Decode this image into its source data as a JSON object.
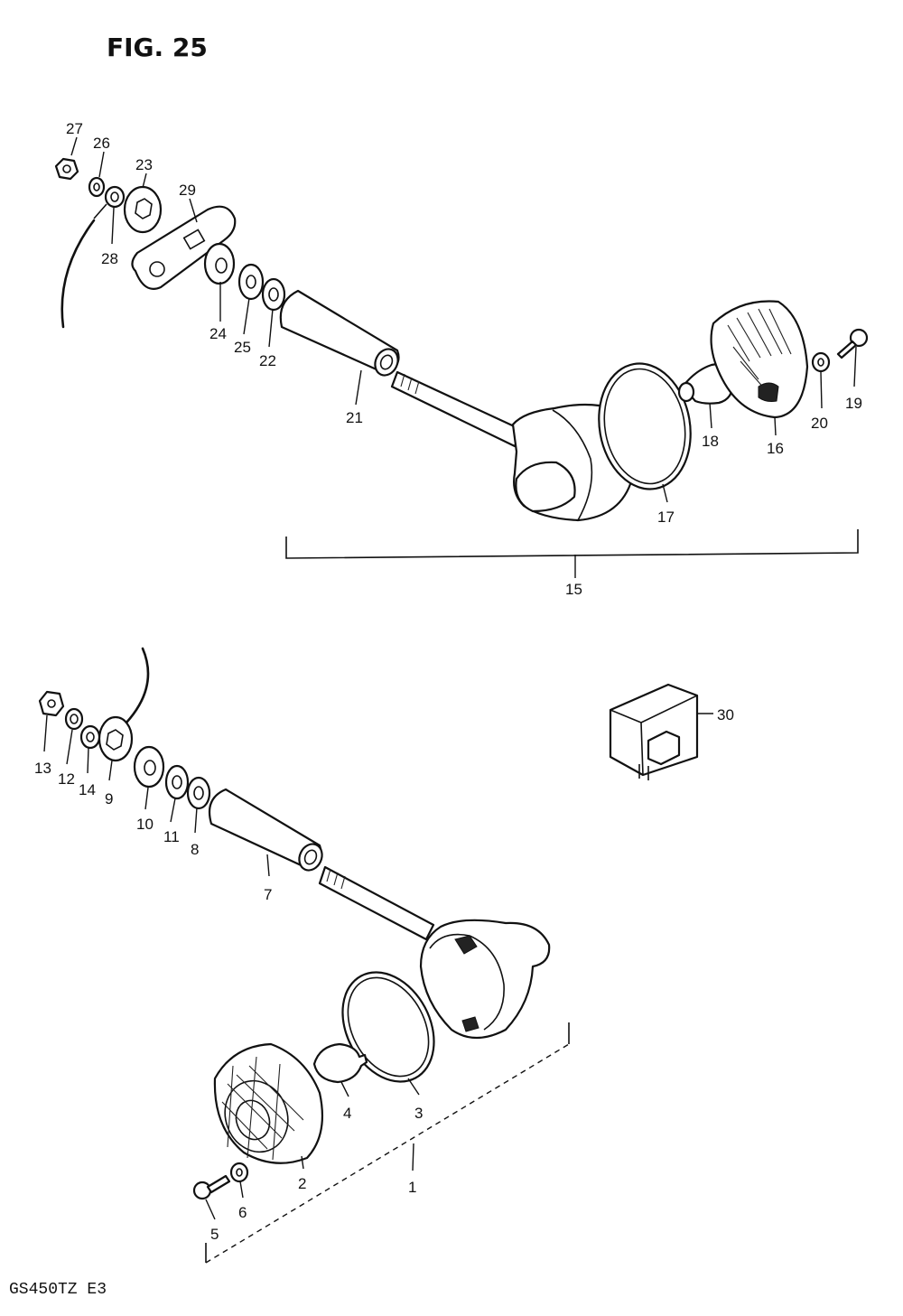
{
  "figure": {
    "title": "FIG. 25",
    "model": "GS450TZ E3"
  },
  "labels": {
    "p1": "1",
    "p2": "2",
    "p3": "3",
    "p4": "4",
    "p5": "5",
    "p6": "6",
    "p7": "7",
    "p8": "8",
    "p9": "9",
    "p10": "10",
    "p11": "11",
    "p12": "12",
    "p13": "13",
    "p14": "14",
    "p15": "15",
    "p16": "16",
    "p17": "17",
    "p18": "18",
    "p19": "19",
    "p20": "20",
    "p21": "21",
    "p22": "22",
    "p23": "23",
    "p24": "24",
    "p25": "25",
    "p26": "26",
    "p27": "27",
    "p28": "28",
    "p29": "29",
    "p30": "30"
  }
}
